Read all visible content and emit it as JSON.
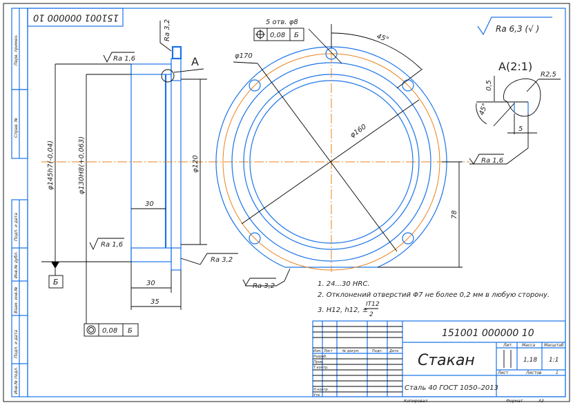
{
  "drawing": {
    "designation": "151001 000000 10",
    "designation_rotated": "151001 000000 10",
    "title": "Стакан",
    "material": "Сталь 40  ГОСТ 1050–2013",
    "mass_header": "Масса",
    "scale_header": "Масштаб",
    "lit_header": "Лит.",
    "mass": "1,18",
    "scale": "1:1",
    "sheet_label": "Лист",
    "sheets_label": "Листов",
    "sheets_count": "1",
    "copied": "Копировал",
    "format_label": "Формат",
    "format": "А3"
  },
  "titleblock_rows": {
    "izm": "Изм.",
    "list": "Лист",
    "doc": "№ докум.",
    "sign": "Подп.",
    "date": "Дата",
    "razrab": "Разраб.",
    "prov": "Пров.",
    "tkontr": "Т.контр.",
    "nkontr": "Н.контр.",
    "utv": "Утв."
  },
  "side_stamps": [
    "Перв. примен.",
    "Справ. №",
    "Подп. и дата",
    "Инв.№ дубл.",
    "Взам. инв.№",
    "Подп. и дата",
    "Инв.№ подл."
  ],
  "roughness": {
    "general": "Ra 6,3 (√ )",
    "r16_top": "Ra 1,6",
    "r16_mid": "Ra 1,6",
    "r16_detail": "Ra 1,6",
    "r32_top": "Ra 3,2",
    "r32_flange": "Ra 3,2",
    "r32_bottom": "Ra 3,2"
  },
  "dimensions": {
    "d145": "φ145h7(-0,04)",
    "d130": "φ130H8(+0,063)",
    "d120": "φ120",
    "w30_inner": "30",
    "w30": "30",
    "w35": "35",
    "d170": "φ170",
    "d160": "φ160",
    "angle45": "45°",
    "h78": "78",
    "holes": "5 отв. φ8",
    "detail_05": "0,5",
    "detail_45": "45°",
    "detail_5": "5",
    "detail_r": "R2,5"
  },
  "views": {
    "section_mark": "А",
    "detail_title": "А(2:1)"
  },
  "tolerances": {
    "position": {
      "symbol": "⌖",
      "value": "0,08",
      "datum": "Б"
    },
    "concentric": {
      "symbol": "◎",
      "value": "0,08",
      "datum": "Б"
    },
    "datum_label": "Б"
  },
  "notes": [
    "1. 24...30 HRC.",
    "2. Отклонений отверстий Φ7 не более 0,2 мм в любую сторону.",
    "3. H12, h12, ±"
  ],
  "note3_fraction": {
    "num": "IT12",
    "den": "2"
  }
}
